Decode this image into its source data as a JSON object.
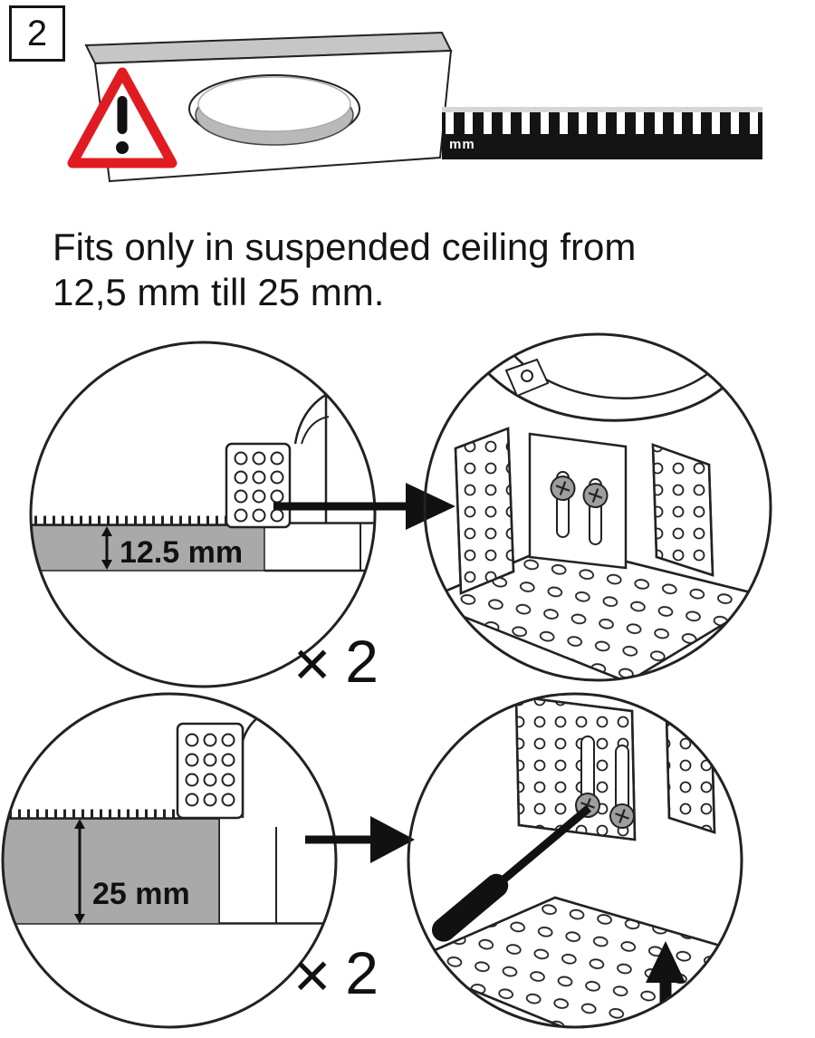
{
  "page": {
    "step_number": "2",
    "instruction": {
      "line1": "Fits only in suspended ceiling from",
      "line2": "12,5 mm till 25 mm."
    },
    "ruler": {
      "unit_label": "mm"
    },
    "rows": [
      {
        "measurement_label": "12.5 mm",
        "times_symbol": "✕",
        "times_count": "2"
      },
      {
        "measurement_label": "25 mm",
        "times_symbol": "✕",
        "times_count": "2"
      }
    ],
    "colors": {
      "warning_red": "#e11b22",
      "board_gray": "#a9a9a9",
      "panel_top_gray": "#c6c6c6",
      "trim_gray": "#b9b9b9",
      "screw_gray": "#9e9e9e",
      "ruler_black": "#141414",
      "line_black": "#222222"
    }
  }
}
